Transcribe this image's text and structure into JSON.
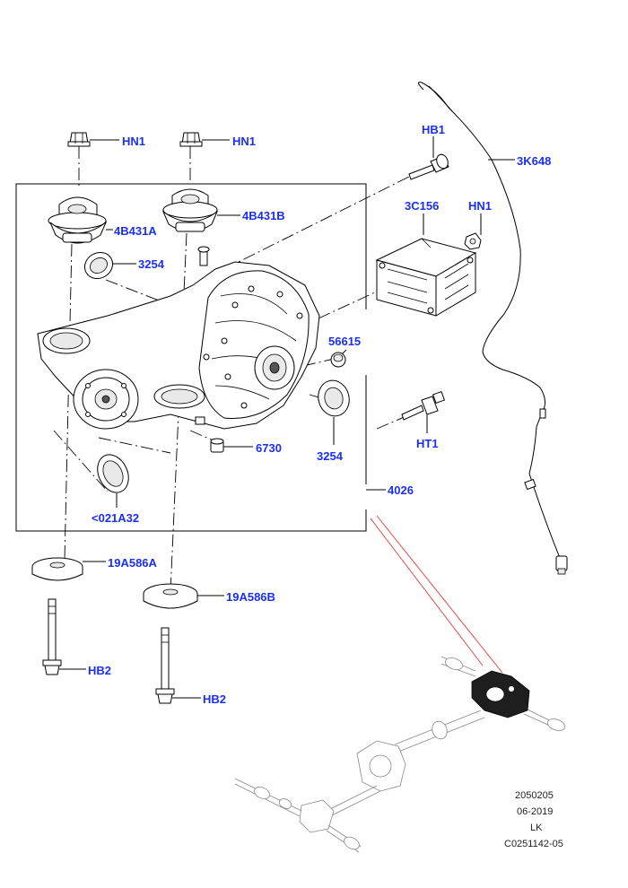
{
  "diagram": {
    "labels": {
      "hn1_a": "HN1",
      "hn1_b": "HN1",
      "hb1": "HB1",
      "k3648": "3K648",
      "b4431a": "4B431A",
      "b4431b": "4B431B",
      "c3156": "3C156",
      "hn1_c": "HN1",
      "s3254_a": "3254",
      "s56615": "56615",
      "s3254_b": "3254",
      "s6730": "6730",
      "ht1": "HT1",
      "s021a32": "<021A32",
      "s4026": "4026",
      "a19586a": "19A586A",
      "a19586b": "19A586B",
      "hb2_a": "HB2",
      "hb2_b": "HB2"
    },
    "footer": {
      "line1": "2050205",
      "line2": "06-2019",
      "line3": "LK",
      "line4": "C0251142-05"
    },
    "colors": {
      "label": "#1b2ff0",
      "callout": "#e23b3b",
      "line": "#000000"
    }
  }
}
